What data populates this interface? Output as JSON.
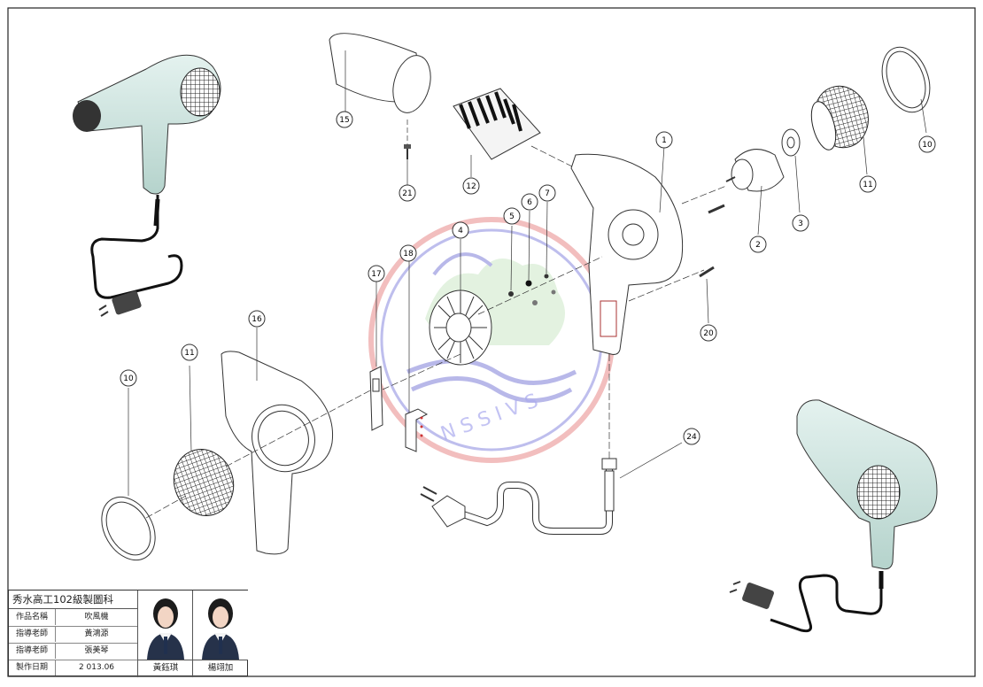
{
  "callouts": {
    "c1": "1",
    "c2": "2",
    "c3": "3",
    "c4": "4",
    "c5": "5",
    "c6": "6",
    "c7": "7",
    "c10a": "10",
    "c10b": "10",
    "c11a": "11",
    "c11b": "11",
    "c12": "12",
    "c15": "15",
    "c16": "16",
    "c17": "17",
    "c18": "18",
    "c20": "20",
    "c21": "21",
    "c24": "24"
  },
  "watermark": {
    "text": "N S S I V S"
  },
  "title_block": {
    "header": "秀水高工102級製圖科",
    "rows": [
      {
        "key": "作品名稱",
        "value": "吹風機"
      },
      {
        "key": "指導老師",
        "value": "黃鴻源"
      },
      {
        "key": "指導老師",
        "value": "張美琴"
      },
      {
        "key": "製作日期",
        "value": "2 013.06"
      }
    ],
    "students": [
      "黃鈺琪",
      "楊翊加"
    ]
  }
}
